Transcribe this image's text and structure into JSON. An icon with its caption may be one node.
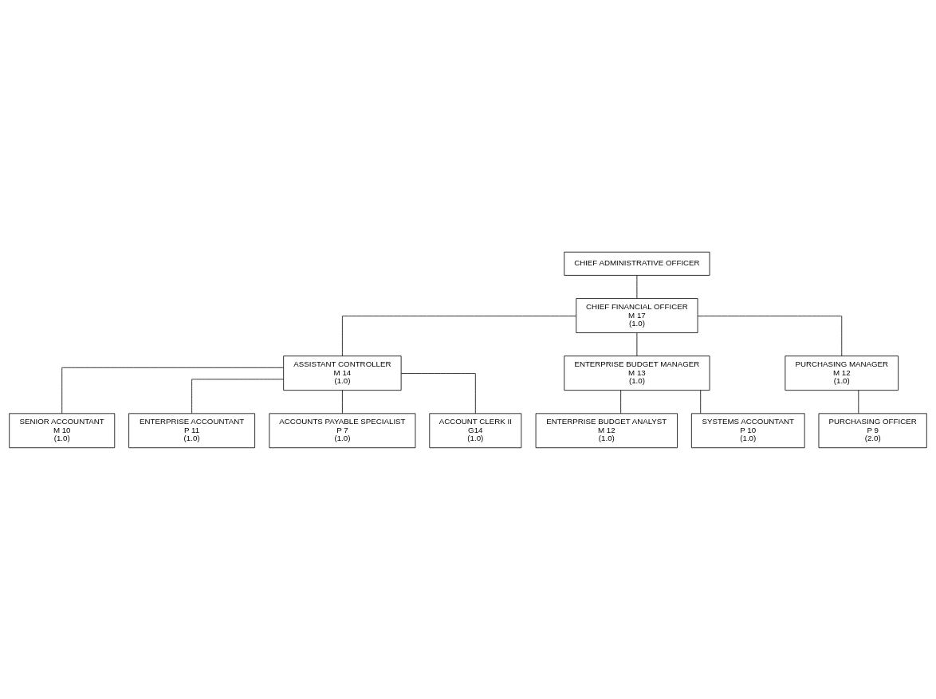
{
  "diagram": {
    "nodes": [
      {
        "text": [
          "CHIEF ADMINISTRATIVE OFFICER"
        ]
      },
      {
        "text": [
          "CHIEF FINANCIAL OFFICER",
          "M 17",
          "(1.0)"
        ]
      },
      {
        "text": [
          "ASSISTANT CONTROLLER",
          "M 14",
          "(1.0)"
        ]
      },
      {
        "text": [
          "ENTERPRISE BUDGET MANAGER",
          "M 13",
          "(1.0)"
        ]
      },
      {
        "text": [
          "PURCHASING MANAGER",
          "M 12",
          "(1.0)"
        ]
      },
      {
        "text": [
          "SENIOR ACCOUNTANT",
          "M 10",
          "(1.0)"
        ]
      },
      {
        "text": [
          "ENTERPRISE ACCOUNTANT",
          "P 11",
          "(1.0)"
        ]
      },
      {
        "text": [
          "ACCOUNTS PAYABLE SPECIALIST",
          "P 7",
          "(1.0)"
        ]
      },
      {
        "text": [
          "ACCOUNT CLERK II",
          "G14",
          "(1.0)"
        ]
      },
      {
        "text": [
          "ENTERPRISE BUDGET ANALYST",
          "M 12",
          "(1.0)"
        ]
      },
      {
        "text": [
          "SYSTEMS ACCOUNTANT",
          "P 10",
          "(1.0)"
        ]
      },
      {
        "text": [
          "PURCHASING OFFICER",
          "P 9",
          "(2.0)"
        ]
      }
    ],
    "edges": [
      {
        "from": 0,
        "to": 1,
        "arrow": "none"
      },
      {
        "from": 1,
        "to": 2,
        "arrow": "none"
      },
      {
        "from": 1,
        "to": 3,
        "arrow": "none"
      },
      {
        "from": 1,
        "to": 4,
        "arrow": "none"
      },
      {
        "from": 2,
        "to": 5,
        "arrow": "none"
      },
      {
        "from": 2,
        "to": 6,
        "arrow": "none"
      },
      {
        "from": 2,
        "to": 7,
        "arrow": "none"
      },
      {
        "from": 2,
        "to": 8,
        "arrow": "none"
      },
      {
        "from": 3,
        "to": 9,
        "arrow": "none"
      },
      {
        "from": 3,
        "to": 10,
        "arrow": "none"
      },
      {
        "from": 4,
        "to": 11,
        "arrow": "none"
      }
    ]
  }
}
